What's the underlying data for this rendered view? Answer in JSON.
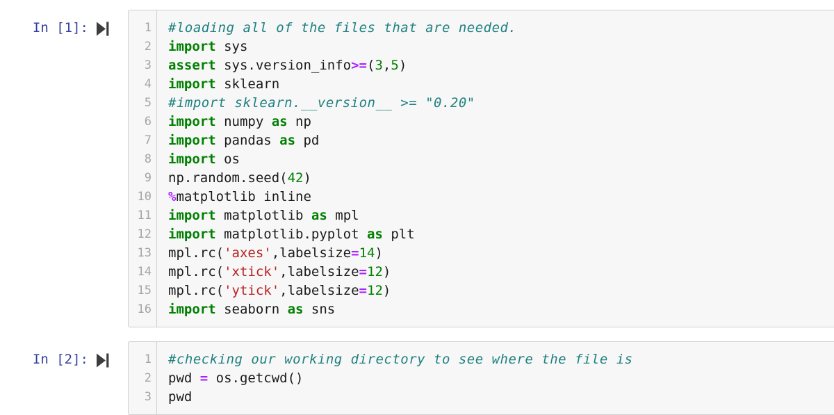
{
  "syntax_colors": {
    "comment": "#208080",
    "keyword": "#008000",
    "plain": "#1a1a1a",
    "operator": "#AA22FF",
    "number": "#008000",
    "string": "#BA2121"
  },
  "ui_colors": {
    "page_background": "#ffffff",
    "prompt": "#303F9F",
    "cell_background": "#f7f7f7",
    "cell_border": "#cfcfcf",
    "line_number": "#a5a5a5",
    "run_icon": "#3d3d3d"
  },
  "icons": {
    "run": "run-cell-icon"
  },
  "cells": [
    {
      "prompt": "In [1]:",
      "lines": [
        {
          "num": "1",
          "tokens": [
            {
              "type": "comment",
              "text": "#loading all of the files that are needed."
            }
          ]
        },
        {
          "num": "2",
          "tokens": [
            {
              "type": "keyword",
              "text": "import"
            },
            {
              "type": "plain",
              "text": " sys"
            }
          ]
        },
        {
          "num": "3",
          "tokens": [
            {
              "type": "keyword",
              "text": "assert"
            },
            {
              "type": "plain",
              "text": " sys.version_info"
            },
            {
              "type": "operator",
              "text": ">="
            },
            {
              "type": "plain",
              "text": "("
            },
            {
              "type": "number",
              "text": "3"
            },
            {
              "type": "plain",
              "text": ","
            },
            {
              "type": "number",
              "text": "5"
            },
            {
              "type": "plain",
              "text": ")"
            }
          ]
        },
        {
          "num": "4",
          "tokens": [
            {
              "type": "keyword",
              "text": "import"
            },
            {
              "type": "plain",
              "text": " sklearn"
            }
          ]
        },
        {
          "num": "5",
          "tokens": [
            {
              "type": "comment",
              "text": "#import sklearn.__version__ >= \"0.20\""
            }
          ]
        },
        {
          "num": "6",
          "tokens": [
            {
              "type": "keyword",
              "text": "import"
            },
            {
              "type": "plain",
              "text": " numpy "
            },
            {
              "type": "keyword",
              "text": "as"
            },
            {
              "type": "plain",
              "text": " np"
            }
          ]
        },
        {
          "num": "7",
          "tokens": [
            {
              "type": "keyword",
              "text": "import"
            },
            {
              "type": "plain",
              "text": " pandas "
            },
            {
              "type": "keyword",
              "text": "as"
            },
            {
              "type": "plain",
              "text": " pd"
            }
          ]
        },
        {
          "num": "8",
          "tokens": [
            {
              "type": "keyword",
              "text": "import"
            },
            {
              "type": "plain",
              "text": " os"
            }
          ]
        },
        {
          "num": "9",
          "tokens": [
            {
              "type": "plain",
              "text": "np.random.seed("
            },
            {
              "type": "number",
              "text": "42"
            },
            {
              "type": "plain",
              "text": ")"
            }
          ]
        },
        {
          "num": "10",
          "tokens": [
            {
              "type": "operator",
              "text": "%"
            },
            {
              "type": "plain",
              "text": "matplotlib inline"
            }
          ]
        },
        {
          "num": "11",
          "tokens": [
            {
              "type": "keyword",
              "text": "import"
            },
            {
              "type": "plain",
              "text": " matplotlib "
            },
            {
              "type": "keyword",
              "text": "as"
            },
            {
              "type": "plain",
              "text": " mpl"
            }
          ]
        },
        {
          "num": "12",
          "tokens": [
            {
              "type": "keyword",
              "text": "import"
            },
            {
              "type": "plain",
              "text": " matplotlib.pyplot "
            },
            {
              "type": "keyword",
              "text": "as"
            },
            {
              "type": "plain",
              "text": " plt"
            }
          ]
        },
        {
          "num": "13",
          "tokens": [
            {
              "type": "plain",
              "text": "mpl.rc("
            },
            {
              "type": "string",
              "text": "'axes'"
            },
            {
              "type": "plain",
              "text": ",labelsize"
            },
            {
              "type": "operator",
              "text": "="
            },
            {
              "type": "number",
              "text": "14"
            },
            {
              "type": "plain",
              "text": ")"
            }
          ]
        },
        {
          "num": "14",
          "tokens": [
            {
              "type": "plain",
              "text": "mpl.rc("
            },
            {
              "type": "string",
              "text": "'xtick'"
            },
            {
              "type": "plain",
              "text": ",labelsize"
            },
            {
              "type": "operator",
              "text": "="
            },
            {
              "type": "number",
              "text": "12"
            },
            {
              "type": "plain",
              "text": ")"
            }
          ]
        },
        {
          "num": "15",
          "tokens": [
            {
              "type": "plain",
              "text": "mpl.rc("
            },
            {
              "type": "string",
              "text": "'ytick'"
            },
            {
              "type": "plain",
              "text": ",labelsize"
            },
            {
              "type": "operator",
              "text": "="
            },
            {
              "type": "number",
              "text": "12"
            },
            {
              "type": "plain",
              "text": ")"
            }
          ]
        },
        {
          "num": "16",
          "tokens": [
            {
              "type": "keyword",
              "text": "import"
            },
            {
              "type": "plain",
              "text": " seaborn "
            },
            {
              "type": "keyword",
              "text": "as"
            },
            {
              "type": "plain",
              "text": " sns"
            }
          ]
        }
      ]
    },
    {
      "prompt": "In [2]:",
      "lines": [
        {
          "num": "1",
          "tokens": [
            {
              "type": "comment",
              "text": "#checking our working directory to see where the file is"
            }
          ]
        },
        {
          "num": "2",
          "tokens": [
            {
              "type": "plain",
              "text": "pwd "
            },
            {
              "type": "operator",
              "text": "="
            },
            {
              "type": "plain",
              "text": " os.getcwd()"
            }
          ]
        },
        {
          "num": "3",
          "tokens": [
            {
              "type": "plain",
              "text": "pwd"
            }
          ]
        }
      ]
    }
  ]
}
